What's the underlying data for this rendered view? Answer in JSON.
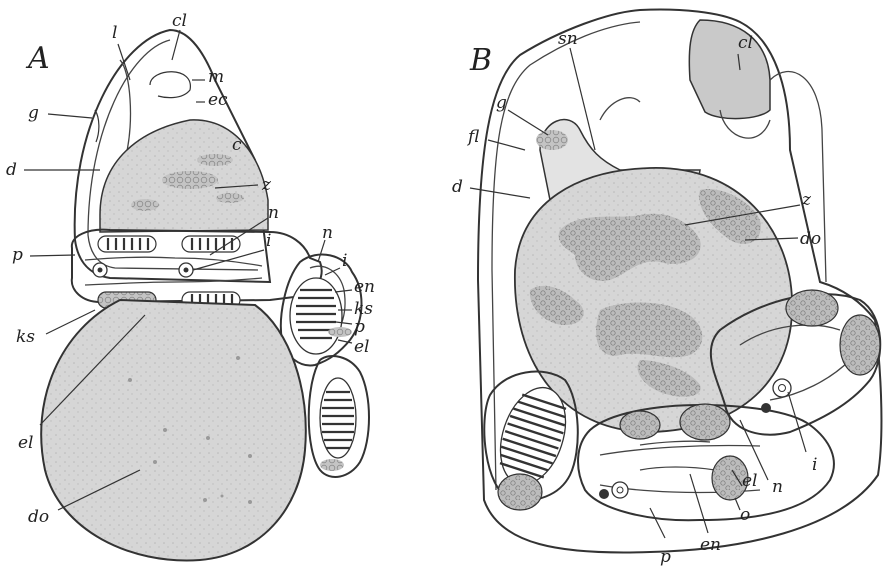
{
  "figure": {
    "panel_a": {
      "panel_label": "A",
      "labels": {
        "l": "l",
        "cl": "cl",
        "m": "m",
        "ec": "ec",
        "g": "g",
        "c": "c",
        "d": "d",
        "z": "z",
        "n1": "n",
        "i1": "i",
        "p1": "p",
        "n2": "n",
        "i2": "i",
        "en": "en",
        "ks1": "ks",
        "p2": "p",
        "ks2": "ks",
        "el1": "el",
        "el2": "el",
        "do": "do"
      }
    },
    "panel_b": {
      "panel_label": "B",
      "labels": {
        "sn": "sn",
        "cl": "cl",
        "g": "g",
        "fl": "fl",
        "d": "d",
        "z": "z",
        "do": "do",
        "i": "i",
        "n": "n",
        "o": "o",
        "el": "el",
        "en": "en",
        "p": "p"
      }
    },
    "colors": {
      "ink": "#333333",
      "yolk_fill": "#d9d9d9",
      "yolk_dark": "#c8c8c8",
      "gland_fill": "#bdbdbd",
      "stomach_fill": "#e9e9e9",
      "paper": "#ffffff"
    }
  }
}
